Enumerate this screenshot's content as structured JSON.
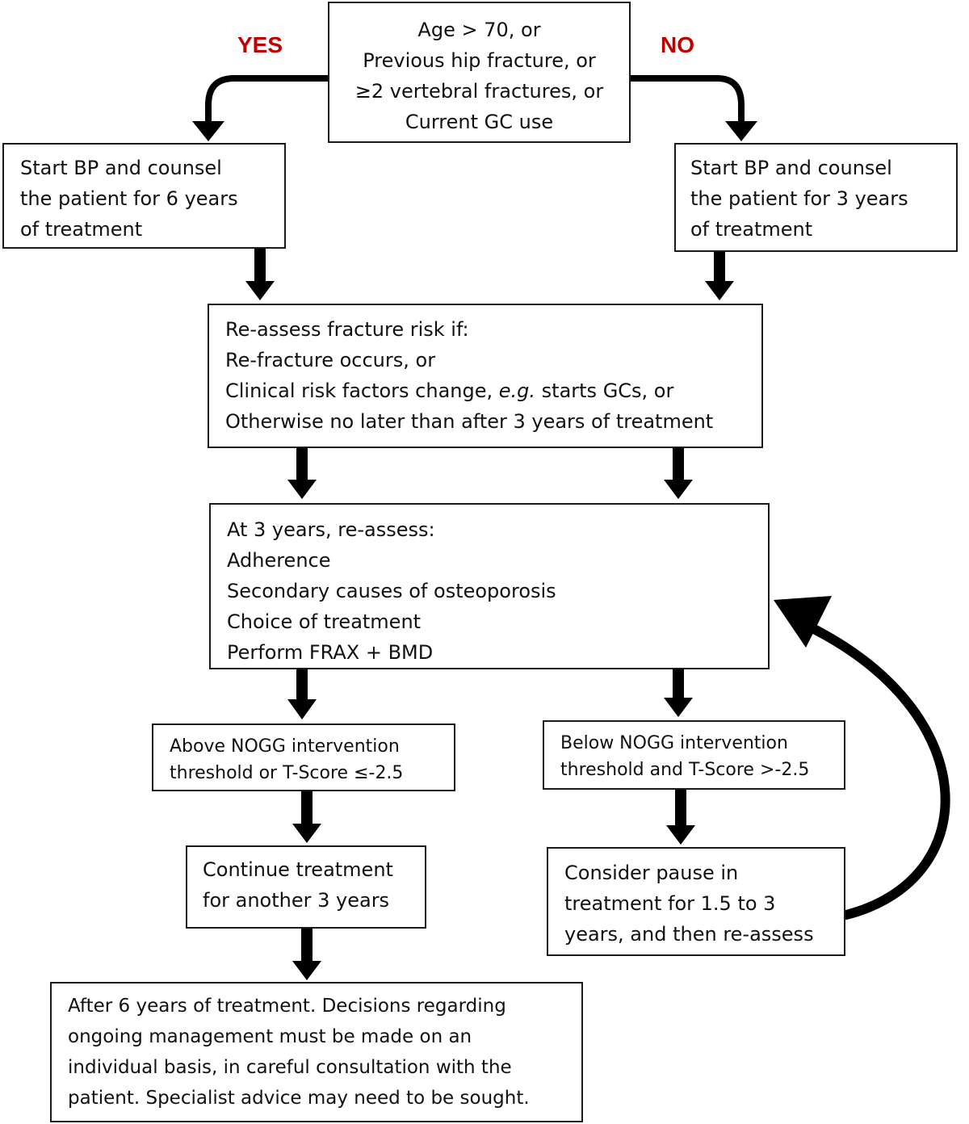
{
  "branch_labels": {
    "yes": "YES",
    "no": "NO"
  },
  "nodes": {
    "decision": {
      "lines": [
        "Age > 70, or",
        "Previous hip fracture, or",
        "≥2 vertebral fractures, or",
        "Current GC use"
      ]
    },
    "start_yes": {
      "lines": [
        "Start BP and counsel",
        "the patient for 6 years",
        "of treatment"
      ]
    },
    "start_no": {
      "lines": [
        "Start BP and counsel",
        "the patient for 3 years",
        "of treatment"
      ]
    },
    "reassess_risk": {
      "lines": [
        "Re-assess fracture risk if:",
        "Re-fracture occurs, or"
      ],
      "line3_before": "Clinical risk factors change, ",
      "line3_italic": "e.g.",
      "line3_after": " starts GCs, or",
      "line4": "Otherwise no later than after 3 years of treatment"
    },
    "reassess_3y": {
      "lines": [
        "At 3 years, re-assess:",
        "Adherence",
        "Secondary causes of osteoporosis",
        "Choice of treatment",
        "Perform FRAX + BMD"
      ]
    },
    "above_threshold": {
      "lines": [
        "Above NOGG intervention",
        "threshold or T-Score ≤-2.5"
      ]
    },
    "below_threshold": {
      "lines": [
        "Below NOGG intervention",
        "threshold and T-Score >-2.5"
      ]
    },
    "continue": {
      "lines": [
        "Continue treatment",
        "for another 3 years"
      ]
    },
    "pause": {
      "lines": [
        "Consider pause in",
        "treatment for 1.5 to 3",
        "years, and then re-assess"
      ]
    },
    "after_6y": {
      "lines": [
        "After 6 years of treatment. Decisions regarding",
        "ongoing management must be made on an",
        "individual basis, in careful consultation with the",
        "patient. Specialist advice may need to be sought."
      ]
    }
  }
}
